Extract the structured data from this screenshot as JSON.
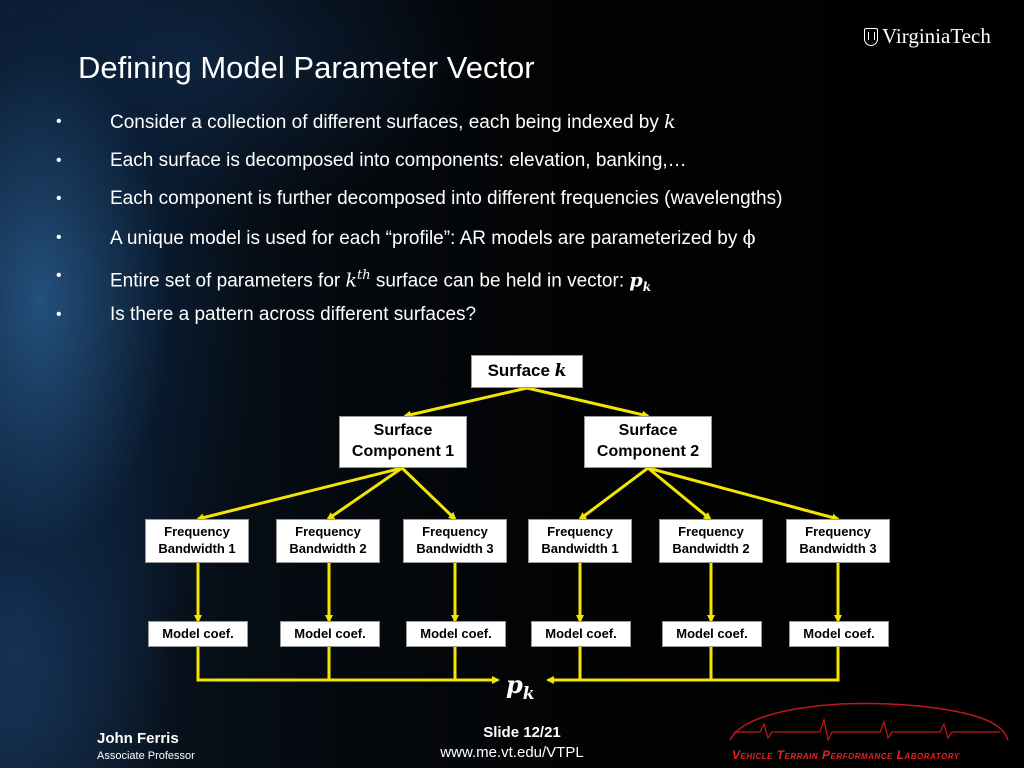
{
  "header": {
    "title": "Defining Model Parameter Vector",
    "logo_text": "VirginiaTech",
    "logo_icon": "vt-emblem-icon"
  },
  "bullets": [
    {
      "symbol": "•",
      "text": "Consider a collection of different surfaces, each being indexed by ",
      "math": "k"
    },
    {
      "symbol": "•",
      "text": "Each surface is decomposed into components: elevation, banking,…"
    },
    {
      "symbol": "•",
      "text": "Each component is further decomposed into different frequencies (wavelengths)"
    },
    {
      "symbol": "•",
      "text": "A unique model is used for each “profile”: AR models are parameterized by ",
      "math": "ϕ"
    },
    {
      "symbol": "•",
      "text_before": "Entire set of parameters for ",
      "math_base": "k",
      "math_sup": "th",
      "text_after": " surface can be held in vector: ",
      "vec_base": "p",
      "vec_sub": "k"
    },
    {
      "symbol": "•",
      "text": "Is there a pattern across different surfaces?"
    }
  ],
  "diagram": {
    "root": {
      "label": "Surface ",
      "math": "k"
    },
    "components": [
      {
        "line1": "Surface",
        "line2": "Component 1"
      },
      {
        "line1": "Surface",
        "line2": "Component 2"
      }
    ],
    "frequencies": [
      {
        "line1": "Frequency",
        "line2": "Bandwidth 1"
      },
      {
        "line1": "Frequency",
        "line2": "Bandwidth 2"
      },
      {
        "line1": "Frequency",
        "line2": "Bandwidth 3"
      },
      {
        "line1": "Frequency",
        "line2": "Bandwidth 1"
      },
      {
        "line1": "Frequency",
        "line2": "Bandwidth 2"
      },
      {
        "line1": "Frequency",
        "line2": "Bandwidth 3"
      }
    ],
    "models": [
      "Model coef.",
      "Model coef.",
      "Model coef.",
      "Model coef.",
      "Model coef.",
      "Model coef."
    ],
    "output": {
      "base": "p",
      "sub": "k"
    },
    "arrow_color": "#f2e600"
  },
  "footer": {
    "name": "John Ferris",
    "role": "Associate Professor",
    "slide": "Slide 12/21",
    "url": "www.me.vt.edu/VTPL",
    "lab_name": "Vehicle Terrain Performance Laboratory",
    "lab_color": "#e52020"
  }
}
